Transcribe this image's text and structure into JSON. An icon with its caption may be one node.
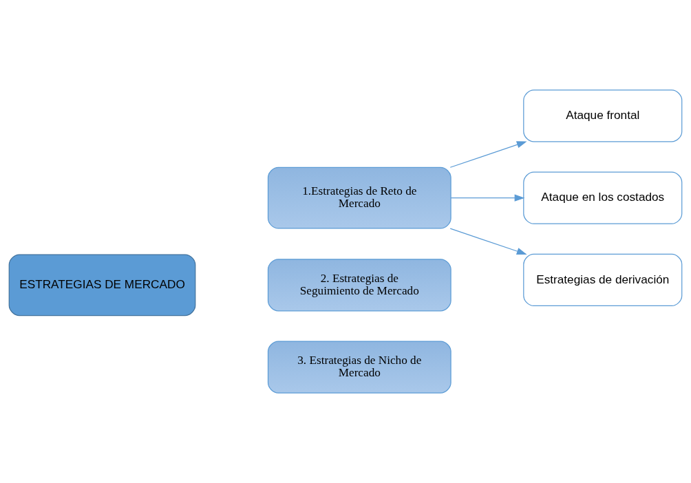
{
  "diagram": {
    "nodes": [
      {
        "text": [
          "ESTRATEGIAS DE MERCADO"
        ]
      },
      {
        "text": [
          "1.Estrategias de Reto de Mercado"
        ]
      },
      {
        "text": [
          "2. Estrategias de Seguimiento de Mercado"
        ]
      },
      {
        "text": [
          "3. Estrategias de Nicho de Mercado"
        ]
      },
      {
        "text": [
          "Ataque frontal"
        ]
      },
      {
        "text": [
          "Ataque en los costados"
        ]
      },
      {
        "text": [
          "Estrategias de derivación"
        ]
      }
    ],
    "edges": [
      {
        "from": 1,
        "to": 4,
        "arrow": "to"
      },
      {
        "from": 1,
        "to": 5,
        "arrow": "to"
      },
      {
        "from": 1,
        "to": 6,
        "arrow": "to"
      }
    ]
  }
}
